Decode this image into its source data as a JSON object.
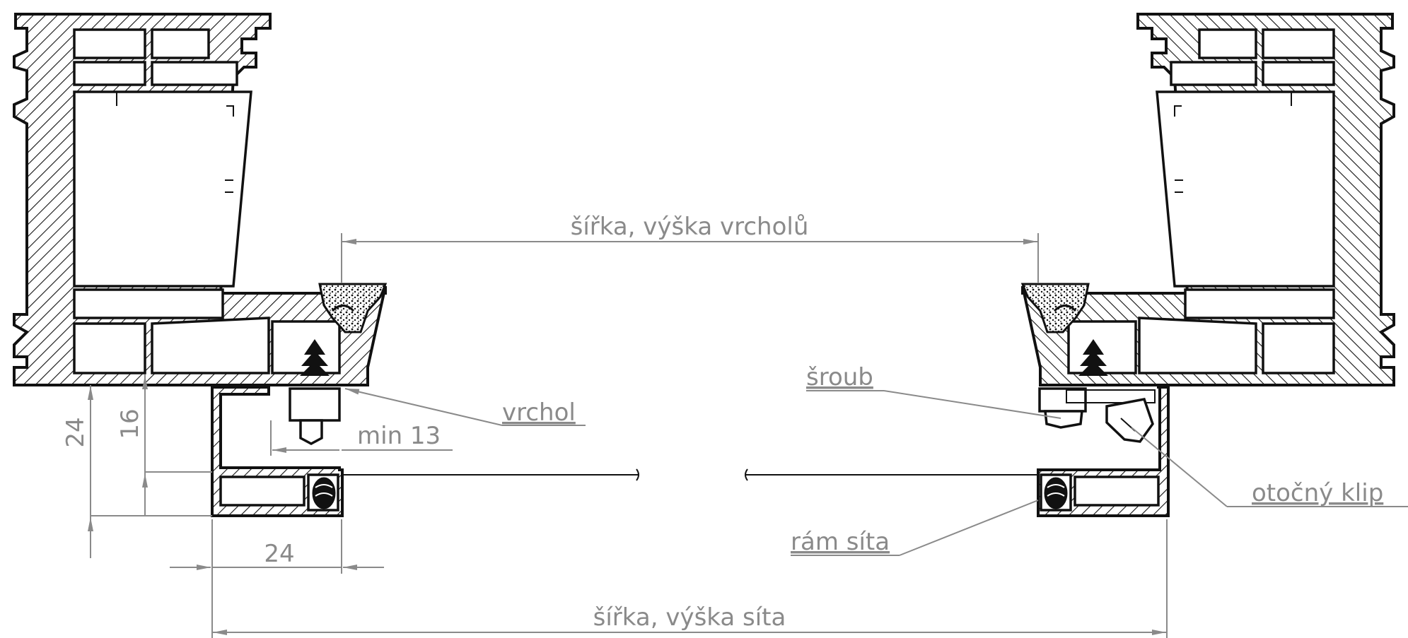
{
  "labels": {
    "overall_top": "šířka, výška vrcholů",
    "overall_bottom": "šířka, výška síta",
    "vrchol": "vrchol",
    "min13": "min 13",
    "dim24_vert": "24",
    "dim16_vert": "16",
    "dim24_horiz": "24",
    "sroub": "šroub",
    "otocny_klip": "otočný klip",
    "ram_sita": "rám síta"
  },
  "colors": {
    "outline": "#111111",
    "dimension": "#8a8a8a",
    "hatch": "#111111",
    "background": "#ffffff"
  }
}
